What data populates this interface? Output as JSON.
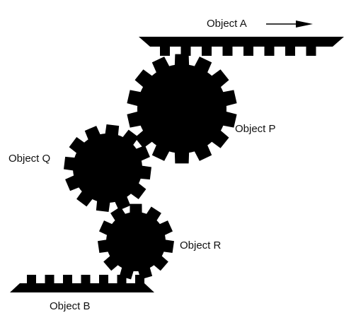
{
  "labels": {
    "object_a": "Object A",
    "object_p": "Object P",
    "object_q": "Object Q",
    "object_r": "Object R",
    "object_b": "Object B"
  },
  "arrow_direction": "right",
  "colors": {
    "ink": "#000000",
    "background": "#ffffff",
    "text": "#111111"
  },
  "gears": {
    "object_p": {
      "teeth": 14
    },
    "object_q": {
      "teeth": 12
    },
    "object_r": {
      "teeth": 11
    }
  },
  "racks": {
    "object_a": {
      "teeth": 8
    },
    "object_b": {
      "teeth": 7
    }
  }
}
